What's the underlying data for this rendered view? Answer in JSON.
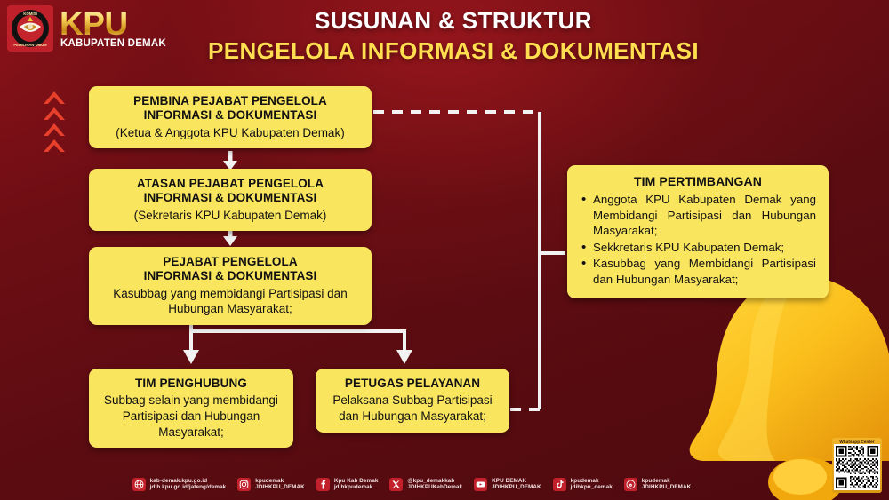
{
  "header": {
    "logo_name": "kpu-logo",
    "brand": "KPU",
    "brand_sub": "KABUPATEN DEMAK",
    "title_line1": "SUSUNAN & STRUKTUR",
    "title_line2": "PENGELOLA INFORMASI & DOKUMENTASI"
  },
  "colors": {
    "background_dark": "#5a0d12",
    "background_light": "#8d1119",
    "node_yellow": "#fae55f",
    "accent_orange": "#f4511e",
    "title_yellow": "#ffdf4f",
    "title_white": "#ffffff"
  },
  "nodes": {
    "pembina": {
      "heading": "PEMBINA PEJABAT PENGELOLA INFORMASI & DOKUMENTASI",
      "heading_l1": "PEMBINA PEJABAT PENGELOLA",
      "heading_l2": "INFORMASI & DOKUMENTASI",
      "body": "(Ketua & Anggota KPU Kabupaten Demak)"
    },
    "atasan": {
      "heading_l1": "ATASAN PEJABAT PENGELOLA",
      "heading_l2": "INFORMASI & DOKUMENTASI",
      "body": "(Sekretaris KPU Kabupaten Demak)"
    },
    "pejabat": {
      "heading_l1": "PEJABAT PENGELOLA",
      "heading_l2": "INFORMASI & DOKUMENTASI",
      "body": "Kasubbag yang membidangi Partisipasi dan Hubungan Masyarakat;"
    },
    "penghubung": {
      "heading": "TIM PENGHUBUNG",
      "body": "Subbag selain yang membidangi Partisipasi dan Hubungan Masyarakat;"
    },
    "petugas": {
      "heading": "PETUGAS PELAYANAN",
      "body": "Pelaksana Subbag Partisipasi dan Hubungan Masyarakat;"
    },
    "tim_pertimbangan": {
      "heading": "TIM PERTIMBANGAN",
      "items": [
        "Anggota KPU Kabupaten Demak yang Membidangi Partisipasi dan Hubungan Masyarakat;",
        "Sekkretaris KPU Kabupaten Demak;",
        "Kasubbag yang Membidangi Partisipasi dan Hubungan Masyarakat;"
      ]
    }
  },
  "footer": {
    "contacts": [
      {
        "icon": "globe-icon",
        "line1": "kab-demak.kpu.go.id",
        "line2": "jdih.kpu.go.id/jateng/demak"
      },
      {
        "icon": "instagram-icon",
        "line1": "kpudemak",
        "line2": "JDIHKPU_DEMAK"
      },
      {
        "icon": "facebook-icon",
        "line1": "Kpu Kab Demak",
        "line2": "jdihkpudemak"
      },
      {
        "icon": "x-twitter-icon",
        "line1": "@kpu_demakkab",
        "line2": "JDIHKPUKabDemak"
      },
      {
        "icon": "youtube-icon",
        "line1": "KPU DEMAK",
        "line2": "JDIHKPU_DEMAK"
      },
      {
        "icon": "tiktok-icon",
        "line1": "kpudemak",
        "line2": "jdihkpu_demak"
      },
      {
        "icon": "threads-icon",
        "line1": "kpudemak",
        "line2": "JDIHKPU_DEMAK"
      }
    ]
  },
  "qr": {
    "label": "Whatsapp Center"
  }
}
